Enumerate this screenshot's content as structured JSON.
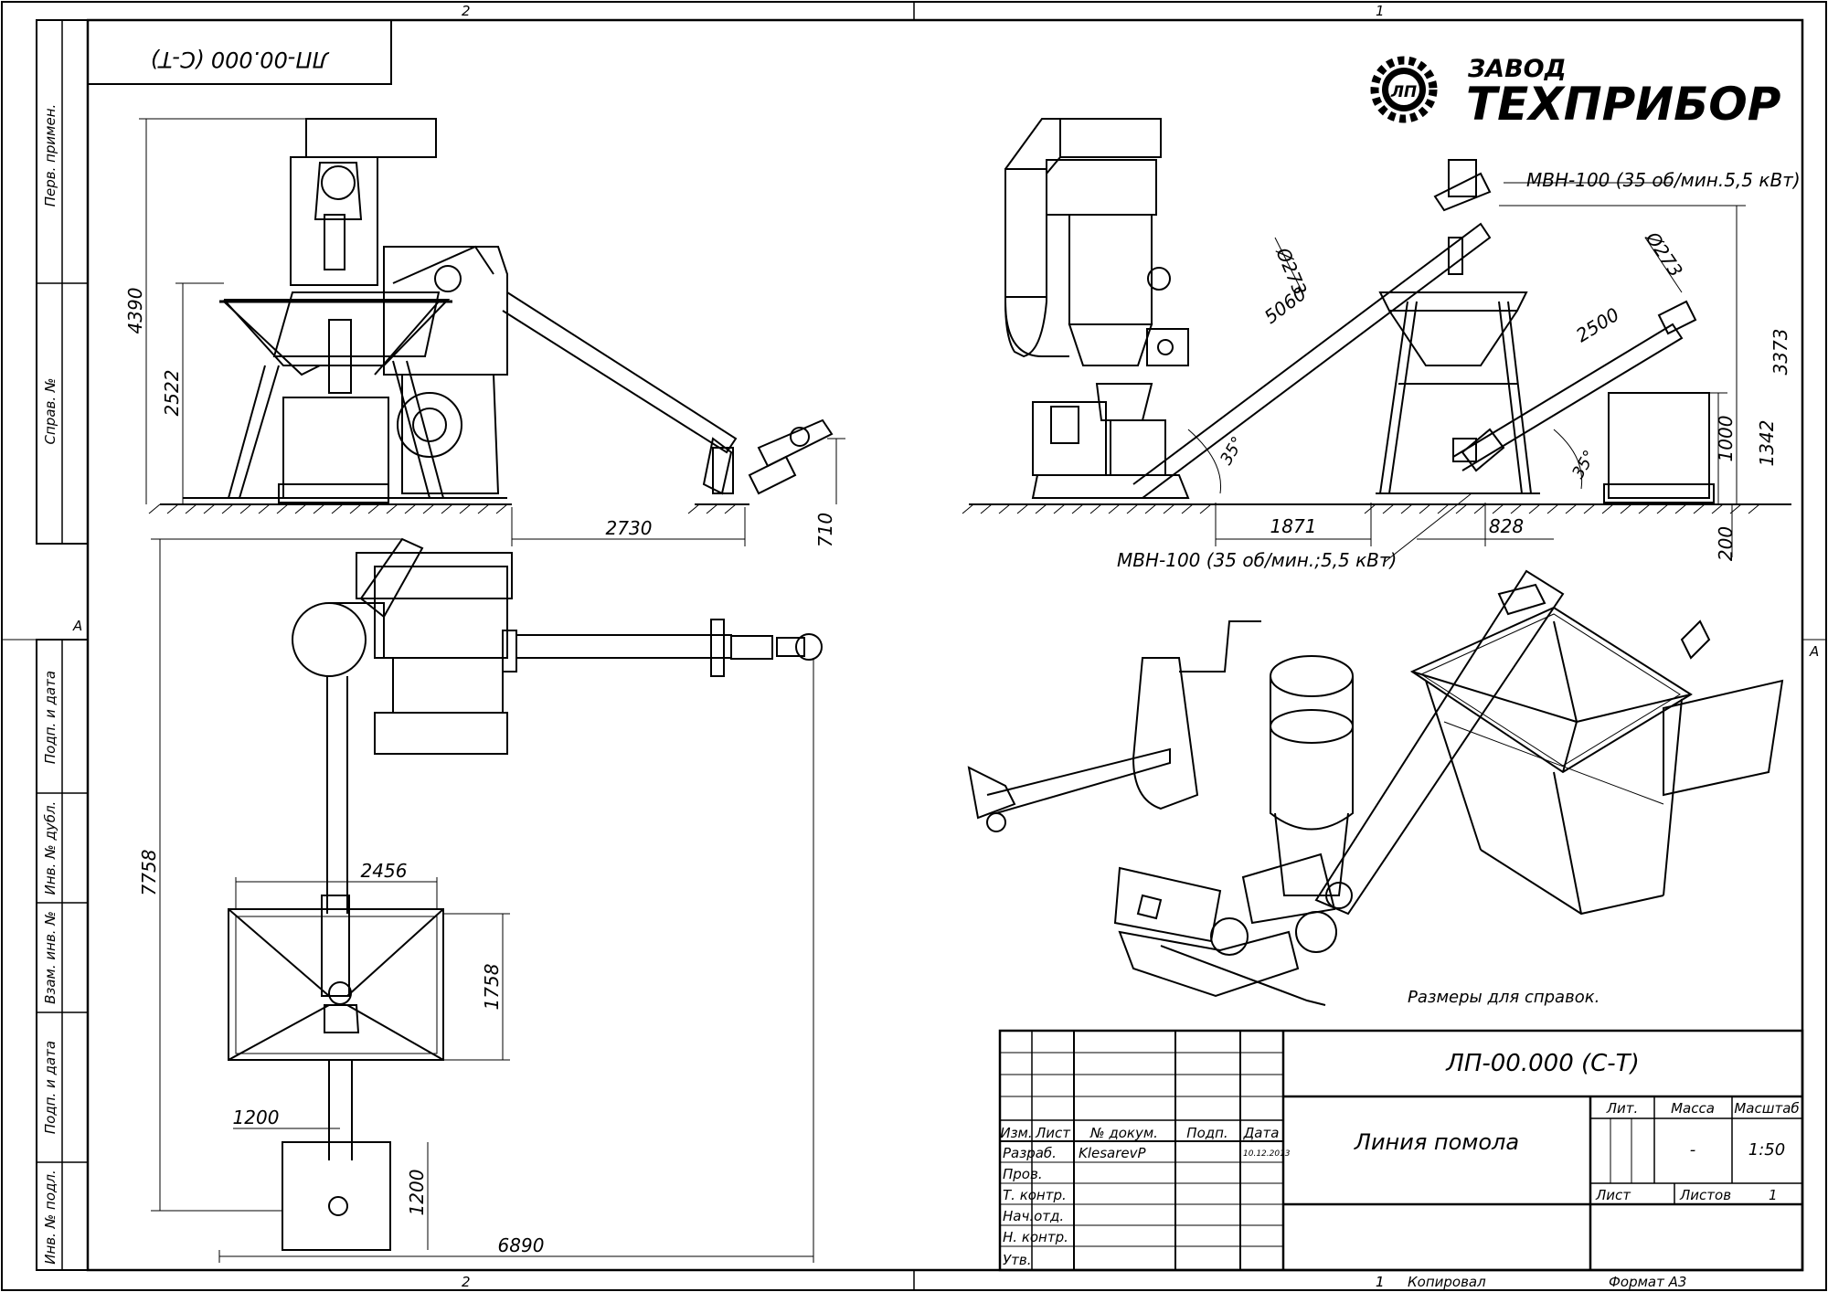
{
  "drawing_code": "ЛП-00.000 (С-Т)",
  "drawing_code_rotated": "ЛП-00.000 (С-Т)",
  "title": "Линия помола",
  "logo": {
    "line1": "ЗАВОД",
    "line2": "ТЕХПРИБОР",
    "mark": "ЛП"
  },
  "zones": {
    "top_left": "2",
    "top_right": "1",
    "bottom_left": "2",
    "bottom_right": "1",
    "side_left": "A",
    "side_right": "A"
  },
  "side_stamp": [
    "Перв. примен.",
    "Справ. №",
    "Подп. и дата",
    "Инв. № дубл.",
    "Взам. инв. №",
    "Подп. и дата",
    "Инв. № подл."
  ],
  "dimensions": {
    "front_height_total": "4390",
    "front_height_bunker": "2522",
    "front_auger_length": "2730",
    "front_auger_height": "710",
    "plan_total_length": "7758",
    "plan_total_width": "6890",
    "plan_hopper_width": "2456",
    "plan_hopper_depth": "1758",
    "plan_box_width": "1200",
    "plan_box_depth": "1200",
    "side_diameter_1": "Ø273",
    "side_diameter_2": "Ø273",
    "side_auger_1_length": "5060",
    "side_auger_2_length": "2500",
    "side_angle_1": "35°",
    "side_angle_2": "35°",
    "side_dist_1": "1871",
    "side_dist_2": "828",
    "side_height_1": "3373",
    "side_height_2": "1342",
    "side_height_3": "1000",
    "side_height_4": "200"
  },
  "callouts": {
    "auger_upper": "МВН-100 (35 об/мин.5,5 кВт)",
    "auger_lower": "МВН-100 (35 об/мин.;5,5 кВт)"
  },
  "note": "Размеры для справок.",
  "title_block": {
    "headers": {
      "izm": "Изм.",
      "list": "Лист",
      "doc": "№ докум.",
      "podp": "Подп.",
      "date": "Дата"
    },
    "roles": [
      "Разраб.",
      "Пров.",
      "Т. контр.",
      "Нач.отд.",
      "Н. контр.",
      "Утв."
    ],
    "developer": "KlesarevP",
    "date": "10.12.2013",
    "lit_label": "Лит.",
    "mass_label": "Масса",
    "scale_label": "Масштаб",
    "mass_value": "-",
    "scale_value": "1:50",
    "sheet_label": "Лист",
    "sheets_label": "Листов",
    "sheets_value": "1"
  },
  "footer": {
    "copied": "Копировал",
    "format": "Формат A3",
    "num": "1"
  }
}
